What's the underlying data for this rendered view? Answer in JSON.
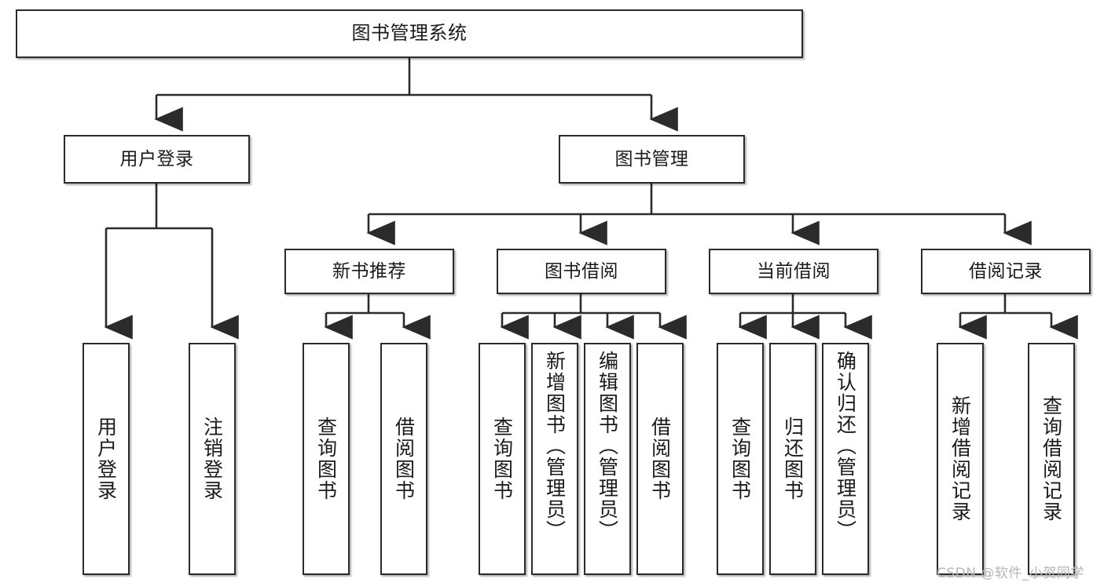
{
  "diagram": {
    "title_node": {
      "id": "root",
      "label": "图书管理系统"
    },
    "level2": [
      {
        "id": "user-login",
        "label": "用户登录"
      },
      {
        "id": "book-manage",
        "label": "图书管理"
      }
    ],
    "level3": [
      {
        "id": "new-book-recommend",
        "label": "新书推荐"
      },
      {
        "id": "book-borrow",
        "label": "图书借阅"
      },
      {
        "id": "current-borrow",
        "label": "当前借阅"
      },
      {
        "id": "borrow-record",
        "label": "借阅记录"
      }
    ],
    "leaves": [
      {
        "id": "leaf-user-login",
        "label": "用户登录",
        "parent": "user-login"
      },
      {
        "id": "leaf-logout",
        "label": "注销登录",
        "parent": "user-login"
      },
      {
        "id": "leaf-query-book-1",
        "label": "查询图书",
        "parent": "new-book-recommend"
      },
      {
        "id": "leaf-borrow-book-1",
        "label": "借阅图书",
        "parent": "new-book-recommend"
      },
      {
        "id": "leaf-query-book-2",
        "label": "查询图书",
        "parent": "book-borrow"
      },
      {
        "id": "leaf-add-book",
        "label": "新增图书（管理员）",
        "parent": "book-borrow"
      },
      {
        "id": "leaf-edit-book",
        "label": "编辑图书（管理员）",
        "parent": "book-borrow"
      },
      {
        "id": "leaf-borrow-book-2",
        "label": "借阅图书",
        "parent": "book-borrow"
      },
      {
        "id": "leaf-query-book-3",
        "label": "查询图书",
        "parent": "current-borrow"
      },
      {
        "id": "leaf-return-book",
        "label": "归还图书",
        "parent": "current-borrow"
      },
      {
        "id": "leaf-confirm-return",
        "label": "确认归还（管理员）",
        "parent": "current-borrow"
      },
      {
        "id": "leaf-add-record",
        "label": "新增借阅记录",
        "parent": "borrow-record"
      },
      {
        "id": "leaf-query-record",
        "label": "查询借阅记录",
        "parent": "borrow-record"
      }
    ],
    "watermark": "CSDN @软件_小贺同学",
    "colors": {
      "stroke": "#2b2b2b",
      "background": "#ffffff",
      "text": "#1a1a1a",
      "watermark": "#b6b6b6"
    }
  }
}
